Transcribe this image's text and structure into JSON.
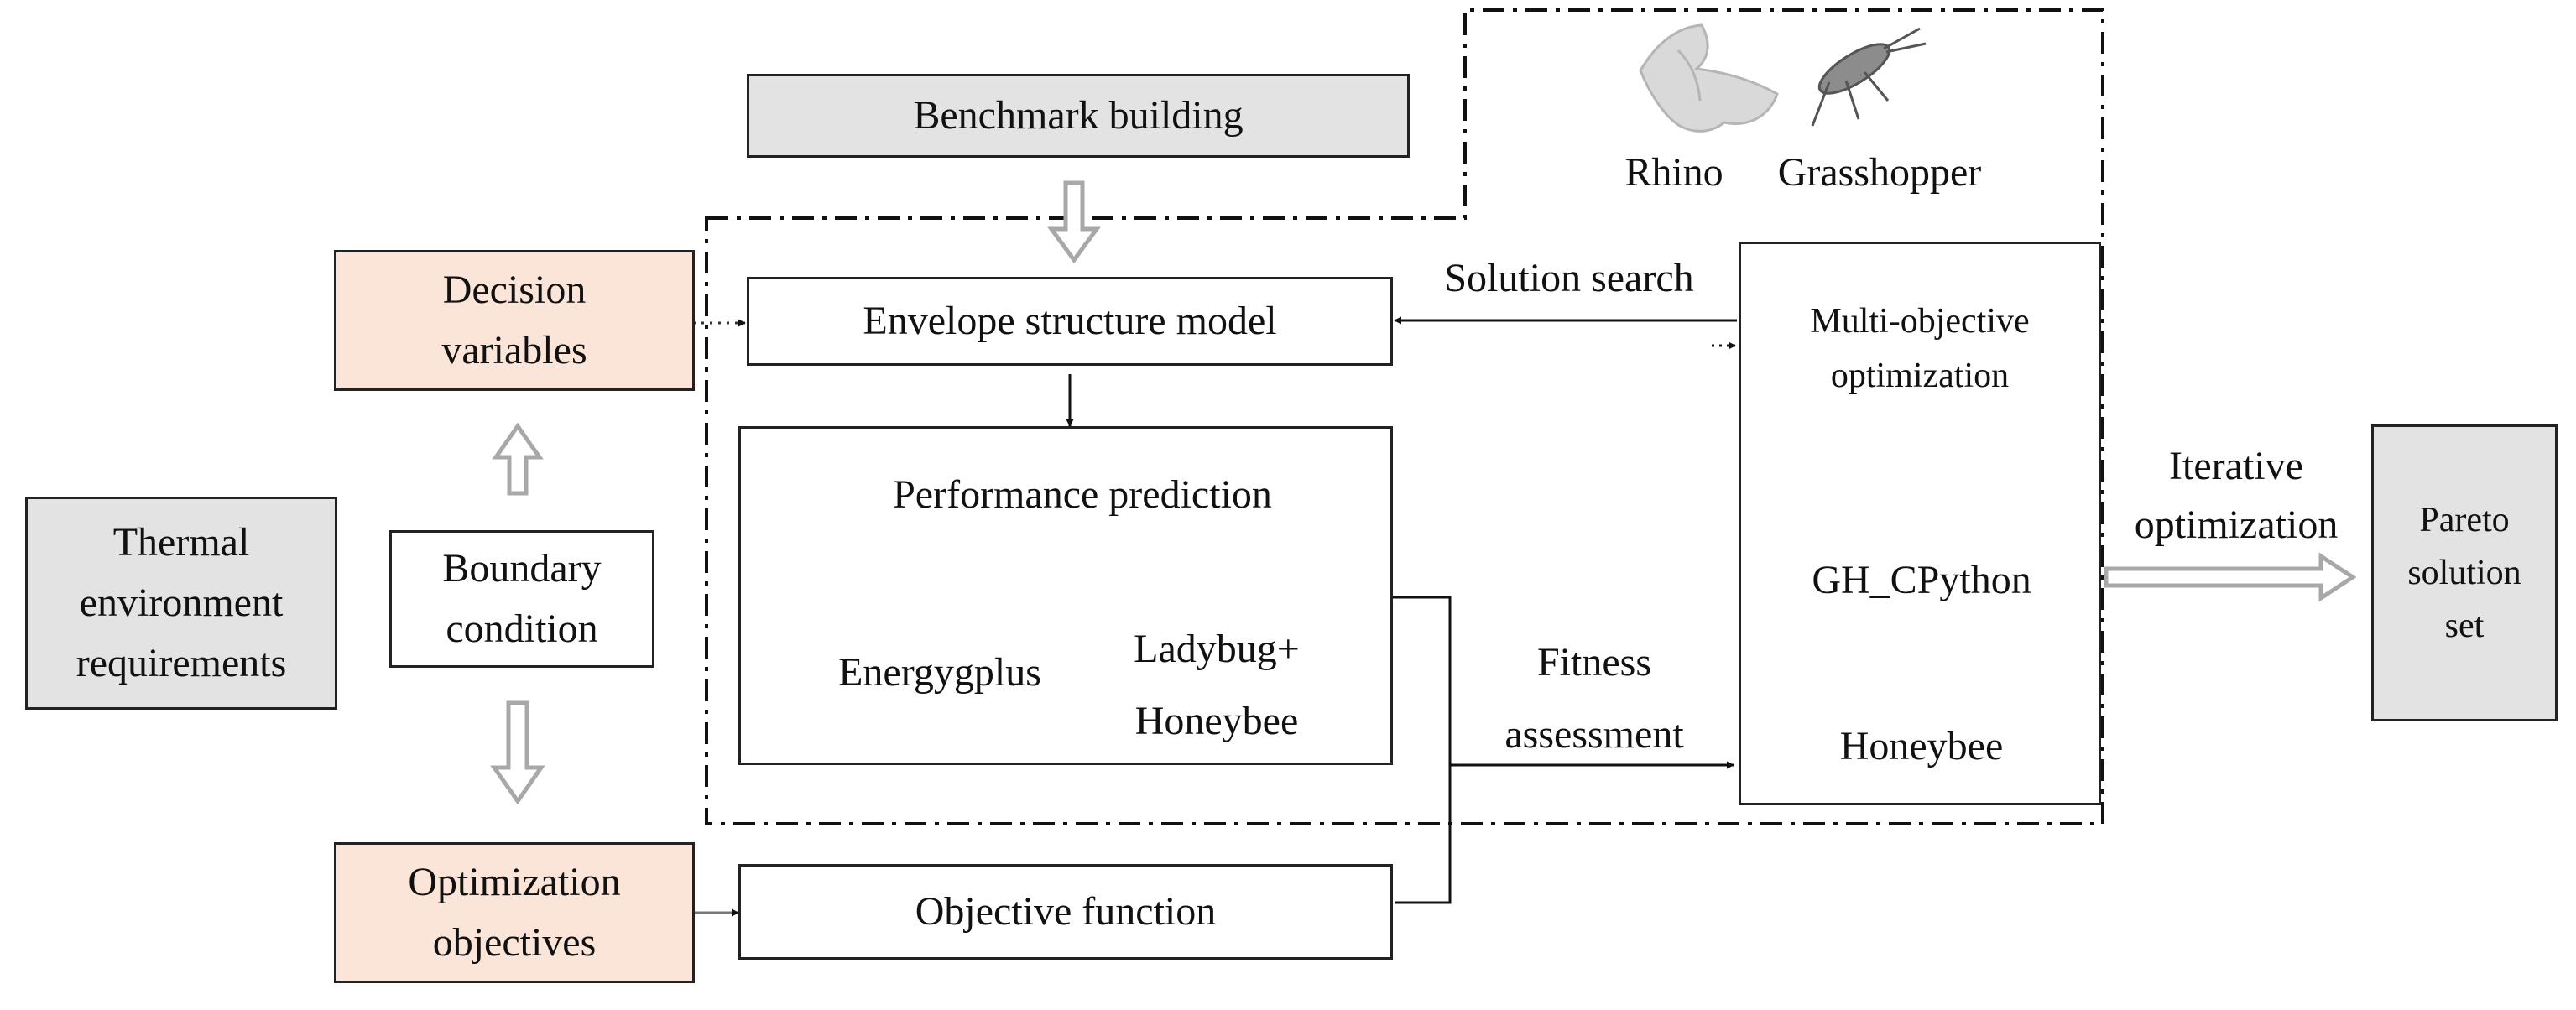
{
  "nodes": {
    "benchmark": "Benchmark building",
    "decision": [
      "Decision",
      "variables"
    ],
    "envelope": "Envelope structure model",
    "thermal": [
      "Thermal",
      "environment",
      "requirements"
    ],
    "boundary": [
      "Boundary",
      "condition"
    ],
    "optimization_objectives": [
      "Optimization",
      "objectives"
    ],
    "objective_function": "Objective function",
    "performance_prediction": "Performance prediction",
    "energyplus": "Energygplus",
    "ladybug": [
      "Ladybug+",
      "Honeybee"
    ],
    "multi_objective": [
      "Multi-objective",
      "optimization"
    ],
    "gh_cpython": "GH_CPython",
    "honeybee": "Honeybee",
    "pareto": [
      "Pareto",
      "solution",
      "set"
    ]
  },
  "tools": {
    "rhino": "Rhino",
    "grasshopper": "Grasshopper"
  },
  "edges": {
    "solution_search": "Solution search",
    "fitness": [
      "Fitness",
      "assessment"
    ],
    "iterative": [
      "Iterative",
      "optimization"
    ]
  },
  "colors": {
    "gray_fill": "#e3e3e3",
    "peach_fill": "#fbe5d8",
    "ladybug_red": "#d92121",
    "honeybee_orange": "#f2a93b",
    "energyplus_red": "#d7261e",
    "energyplus_green": "#1a7a3a"
  }
}
